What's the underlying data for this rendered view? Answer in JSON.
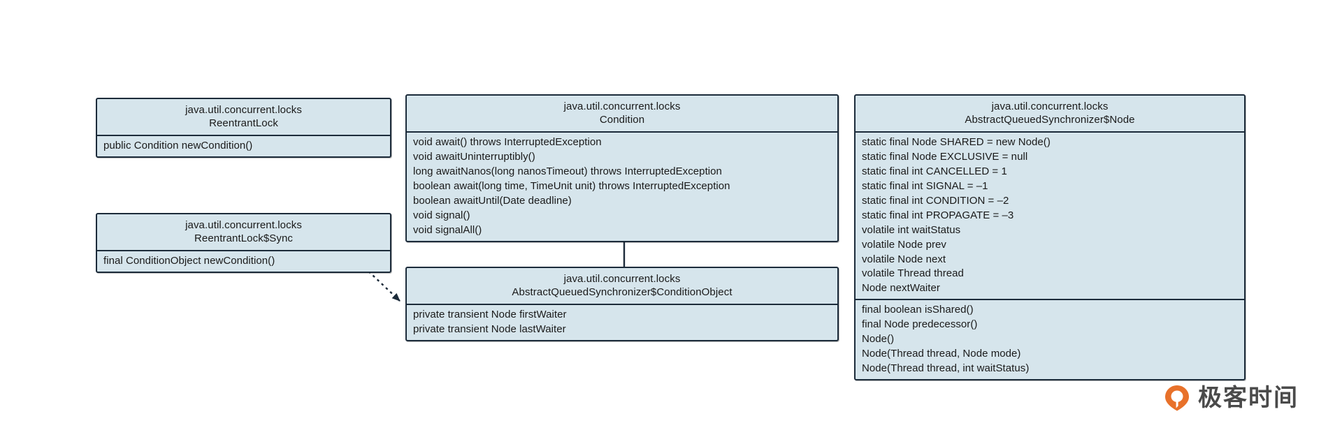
{
  "diagram": {
    "title": "Java Condition / AQS class diagram",
    "colors": {
      "box_fill": "#d6e5ec",
      "box_border": "#1c2b3a",
      "text": "#1a1a1a",
      "background": "#ffffff",
      "logo_orange": "#e8712a"
    },
    "classes": [
      {
        "id": "reentrantlock",
        "package": "java.util.concurrent.locks",
        "name": "ReentrantLock",
        "compartments": [
          {
            "kind": "methods",
            "members": [
              "public Condition newCondition()"
            ]
          }
        ]
      },
      {
        "id": "reentrantlock-sync",
        "package": "java.util.concurrent.locks",
        "name": "ReentrantLock$Sync",
        "compartments": [
          {
            "kind": "methods",
            "members": [
              "final ConditionObject newCondition()"
            ]
          }
        ]
      },
      {
        "id": "condition",
        "package": "java.util.concurrent.locks",
        "name": "Condition",
        "compartments": [
          {
            "kind": "methods",
            "members": [
              "void await() throws InterruptedException",
              "void awaitUninterruptibly()",
              "long awaitNanos(long nanosTimeout) throws InterruptedException",
              "boolean await(long time, TimeUnit unit) throws InterruptedException",
              "boolean awaitUntil(Date deadline)",
              "void signal()",
              "void signalAll()"
            ]
          }
        ]
      },
      {
        "id": "condition-object",
        "package": "java.util.concurrent.locks",
        "name": "AbstractQueuedSynchronizer$ConditionObject",
        "compartments": [
          {
            "kind": "fields",
            "members": [
              "private transient Node firstWaiter",
              "private transient Node lastWaiter"
            ]
          }
        ]
      },
      {
        "id": "aqs-node",
        "package": "java.util.concurrent.locks",
        "name": "AbstractQueuedSynchronizer$Node",
        "compartments": [
          {
            "kind": "fields",
            "members": [
              "static final Node SHARED = new Node()",
              "static final Node EXCLUSIVE = null",
              "static final int CANCELLED =  1",
              "static final int SIGNAL    = –1",
              "static final int CONDITION = –2",
              "static final int PROPAGATE = –3",
              "volatile int waitStatus",
              "volatile Node prev",
              "volatile Node next",
              "volatile Thread thread",
              "Node nextWaiter"
            ]
          },
          {
            "kind": "methods",
            "members": [
              "final boolean isShared()",
              "final Node predecessor()",
              "Node()",
              "Node(Thread thread, Node mode)",
              "Node(Thread thread, int waitStatus)"
            ]
          }
        ]
      }
    ],
    "connectors": [
      {
        "id": "conditionobject-implements-condition",
        "type": "generalization",
        "style": "solid",
        "arrowhead": "filled-triangle",
        "from": "condition-object",
        "to": "condition"
      },
      {
        "id": "sync-depends-on-conditionobject",
        "type": "dependency",
        "style": "dotted",
        "arrowhead": "filled-arrow",
        "from": "reentrantlock-sync",
        "to": "condition-object"
      }
    ]
  },
  "watermark": {
    "brand": "极客时间",
    "mark": "geektime-logo-icon"
  }
}
